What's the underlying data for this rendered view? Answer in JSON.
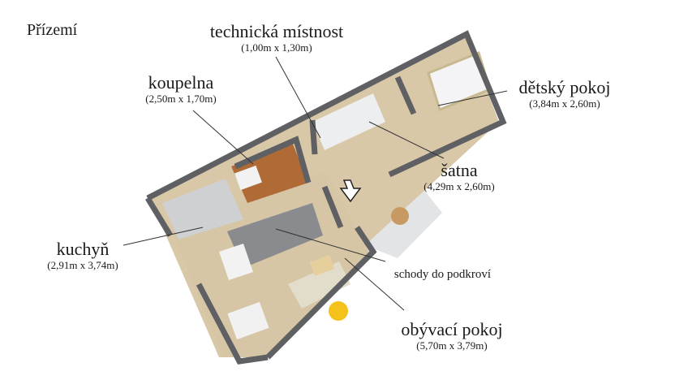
{
  "floor_title": "Přízemí",
  "rooms": {
    "technicka": {
      "name": "technická místnost",
      "dim": "(1,00m x 1,30m)"
    },
    "koupelna": {
      "name": "koupelna",
      "dim": "(2,50m x 1,70m)"
    },
    "detsky": {
      "name": "dětský pokoj",
      "dim": "(3,84m x 2,60m)"
    },
    "satna": {
      "name": "šatna",
      "dim": "(4,29m x 2,60m)"
    },
    "kuchyn": {
      "name": "kuchyň",
      "dim": "(2,91m x 3,74m)"
    },
    "schody": {
      "name": "schody do podkroví"
    },
    "obyvaci": {
      "name": "obývací pokoj",
      "dim": "(5,70m x 3,79m)"
    }
  },
  "colors": {
    "wall": "#5f6063",
    "floor_wood": "#dccdb0",
    "tile": "#e3e5e6",
    "bath_floor": "#b36d36",
    "marker": "#f5c21b"
  }
}
